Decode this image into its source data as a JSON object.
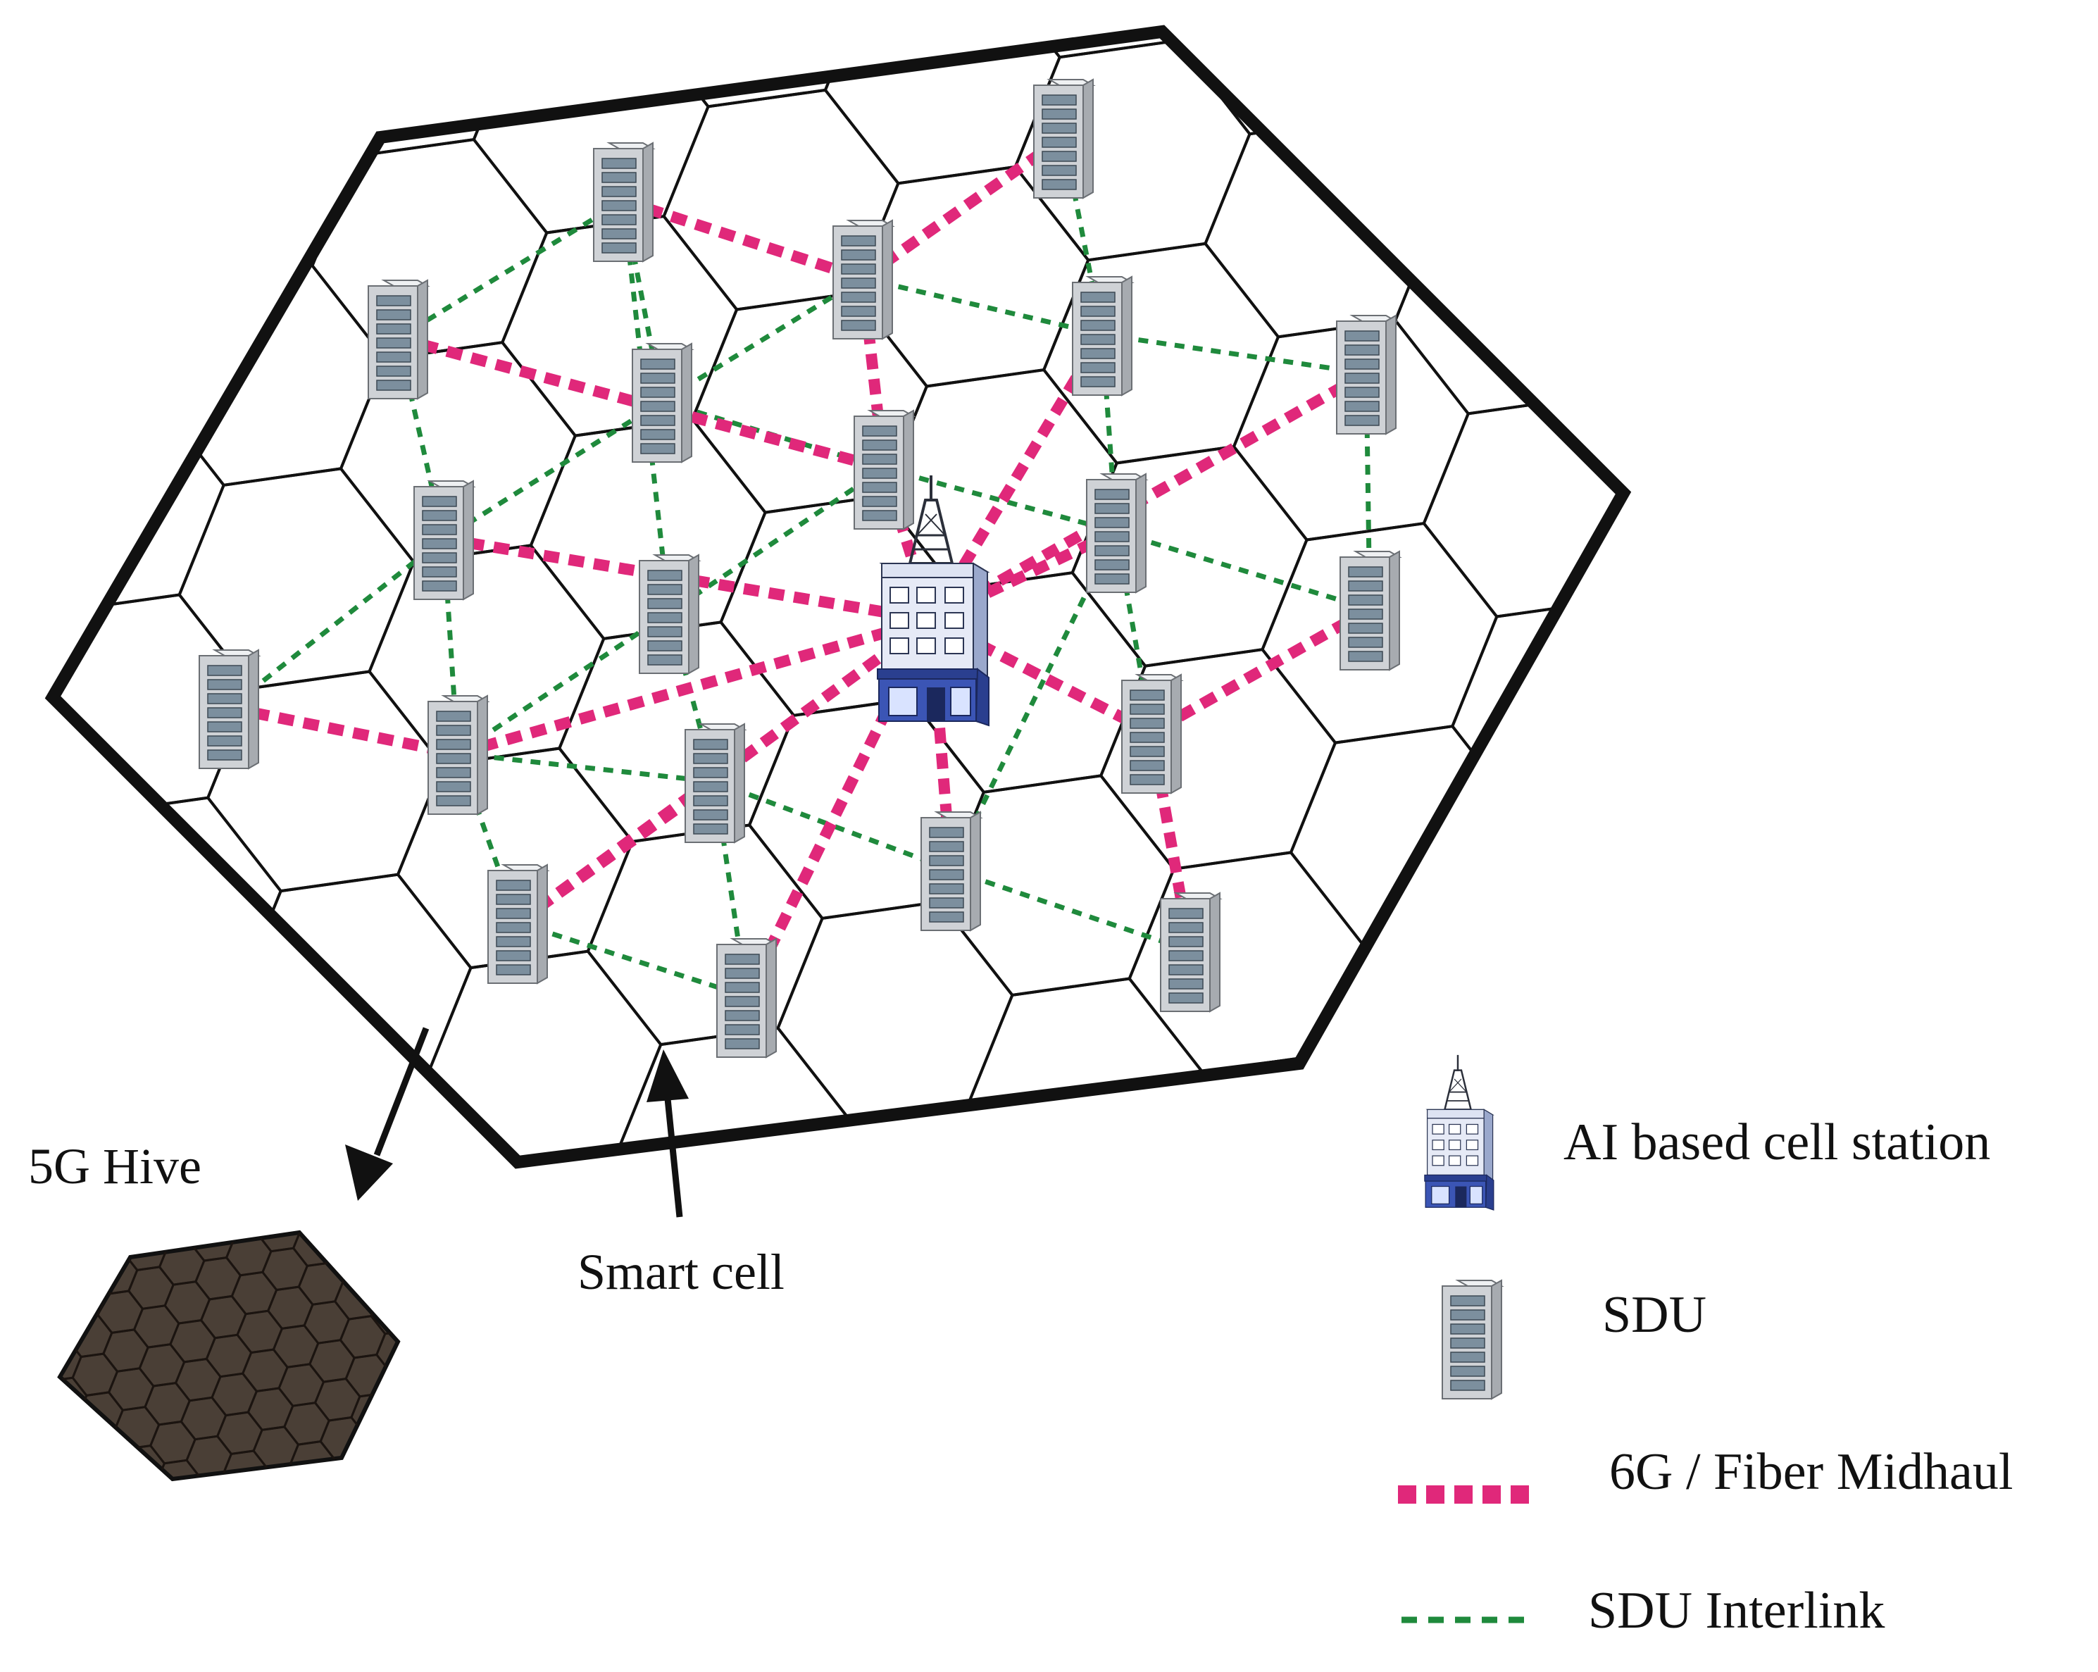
{
  "labels": {
    "hive_5g": "5G Hive",
    "smart_cell": "Smart cell"
  },
  "legend": {
    "ai_cell_station": "AI based cell station",
    "sdu": "SDU",
    "fiber_midhaul": "6G / Fiber Midhaul",
    "sdu_interlink": "SDU Interlink"
  },
  "colors": {
    "fiber_midhaul": "#e0287a",
    "sdu_interlink": "#1f8a3c",
    "outline": "#111111",
    "hive_fill": "#4a3f36",
    "sdu_body": "#cfd2d6",
    "station_body": "#b9c6e6"
  },
  "icons": {
    "sdu": "server-rack-icon",
    "cell_station": "cell-tower-building-icon",
    "hive": "hexagon-hive-icon"
  }
}
